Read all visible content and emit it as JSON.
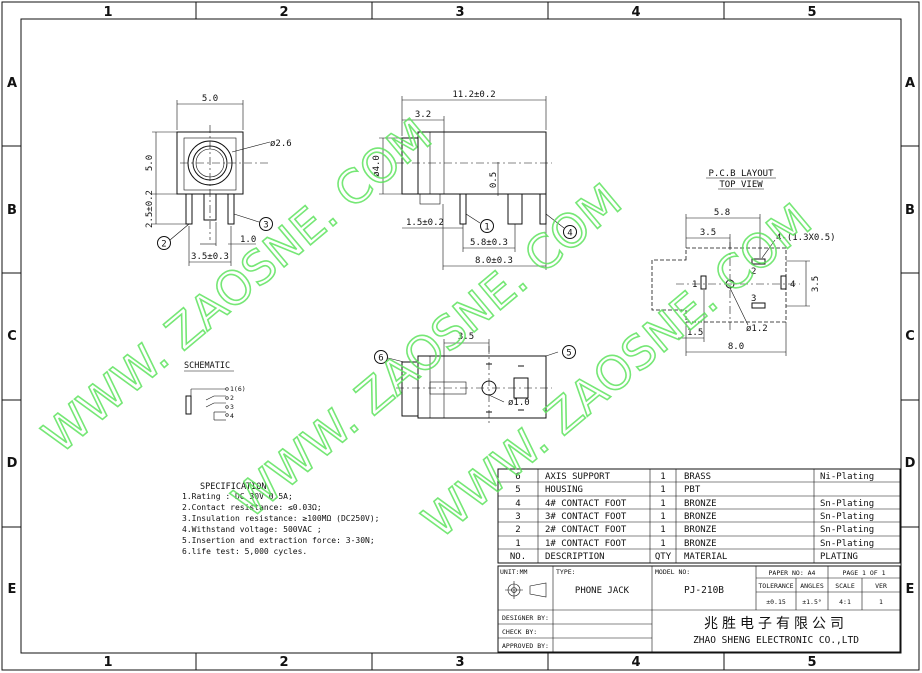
{
  "zones": {
    "columns": [
      "1",
      "2",
      "3",
      "4",
      "5"
    ],
    "rows": [
      "A",
      "B",
      "C",
      "D",
      "E"
    ]
  },
  "watermark": "WWW. ZAOSNE. COM",
  "front_view": {
    "dim_width": "5.0",
    "dim_height": "5.0",
    "dim_pin_length": "2.5±0.2",
    "dim_hole": "ø2.6",
    "dim_pin_pitch": "3.5±0.3",
    "dim_pin_gap": "1.0",
    "callout_2": "2",
    "callout_3": "3"
  },
  "side_view": {
    "dim_length": "11.2±0.2",
    "dim_front": "3.2",
    "dim_dia": "ø4.0",
    "dim_step": "0.5",
    "dim_pin_offset": "1.5±0.2",
    "dim_pin_spacing": "5.8±0.3",
    "dim_overall": "8.0±0.3",
    "callout_1": "1",
    "callout_4": "4"
  },
  "pcb_layout": {
    "title": "P.C.B LAYOUT",
    "subtitle": "TOP VIEW",
    "dim_top": "5.8",
    "dim_mid": "3.5",
    "dim_slot": "4-(1.3X0.5)",
    "dim_right": "3.5",
    "dim_hole": "ø1.2",
    "dim_left": "1.5",
    "dim_bottom": "8.0",
    "pin_1": "1",
    "pin_2": "2",
    "pin_3": "3",
    "pin_4": "4"
  },
  "bottom_view": {
    "dim_span": "3.5",
    "dim_hole": "ø1.0",
    "callout_5": "5",
    "callout_6": "6"
  },
  "schematic": {
    "title": "SCHEMATIC",
    "pins": [
      "1(6)",
      "2",
      "3",
      "4"
    ]
  },
  "specification": {
    "title": "SPECIFICATION",
    "lines": [
      "1.Rating : DC 30V 0.5A;",
      "2.Contact resistance: ≤0.03Ω;",
      "3.Insulation resistance: ≥100MΩ (DC250V);",
      "4.Withstand voltage: 500VAC ;",
      "5.Insertion and extraction force: 3-30N;",
      "6.life test: 5,000 cycles."
    ]
  },
  "bom": {
    "headers": [
      "NO.",
      "DESCRIPTION",
      "QTY",
      "MATERIAL",
      "PLATING"
    ],
    "rows": [
      [
        "6",
        "AXIS SUPPORT",
        "1",
        "BRASS",
        "Ni-Plating"
      ],
      [
        "5",
        "HOUSING",
        "1",
        "PBT",
        ""
      ],
      [
        "4",
        "4# CONTACT FOOT",
        "1",
        "BRONZE",
        "Sn-Plating"
      ],
      [
        "3",
        "3# CONTACT FOOT",
        "1",
        "BRONZE",
        "Sn-Plating"
      ],
      [
        "2",
        "2# CONTACT FOOT",
        "1",
        "BRONZE",
        "Sn-Plating"
      ],
      [
        "1",
        "1# CONTACT FOOT",
        "1",
        "BRONZE",
        "Sn-Plating"
      ]
    ]
  },
  "title_block": {
    "unit_label": "UNIT:MM",
    "type_label": "TYPE:",
    "type_value": "PHONE JACK",
    "model_label": "MODEL NO:",
    "model_value": "PJ-210B",
    "paper_no": "PAPER NO: A4",
    "page": "PAGE 1 OF 1",
    "tolerance_label": "TOLERANCE",
    "angles_label": "ANGLES",
    "scale_label": "SCALE",
    "ver_label": "VER",
    "tolerance_value": "±0.15",
    "angles_value": "±1.5°",
    "scale_value": "4:1",
    "ver_value": "1",
    "designer_label": "DESIGNER BY:",
    "check_label": "CHECK   BY:",
    "approved_label": "APPROVED BY:",
    "company_cn": "兆胜电子有限公司",
    "company_en": "ZHAO SHENG ELECTRONIC CO.,LTD"
  }
}
